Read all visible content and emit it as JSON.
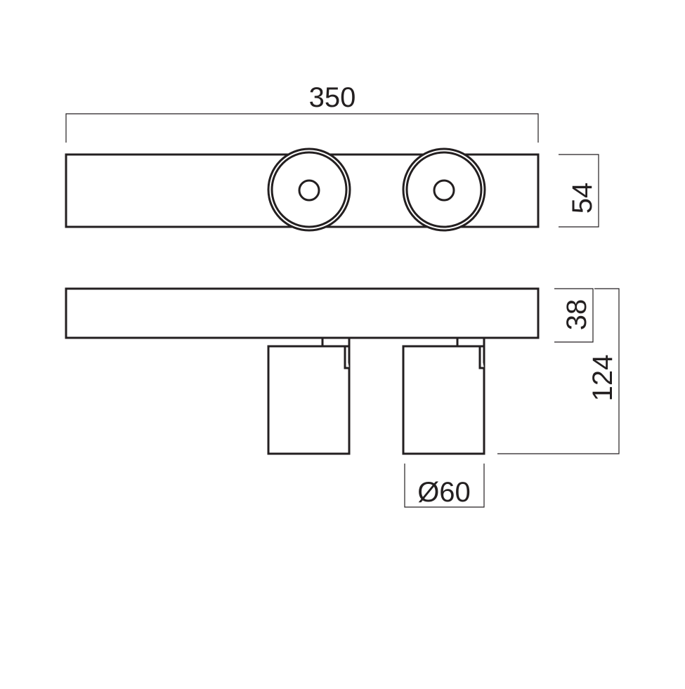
{
  "drawing": {
    "line_color": "#231f20",
    "background": "#ffffff",
    "dimensions": {
      "overall_length": "350",
      "top_view_depth": "54",
      "base_height": "38",
      "total_height": "124",
      "spot_diameter": "Ø60"
    }
  }
}
